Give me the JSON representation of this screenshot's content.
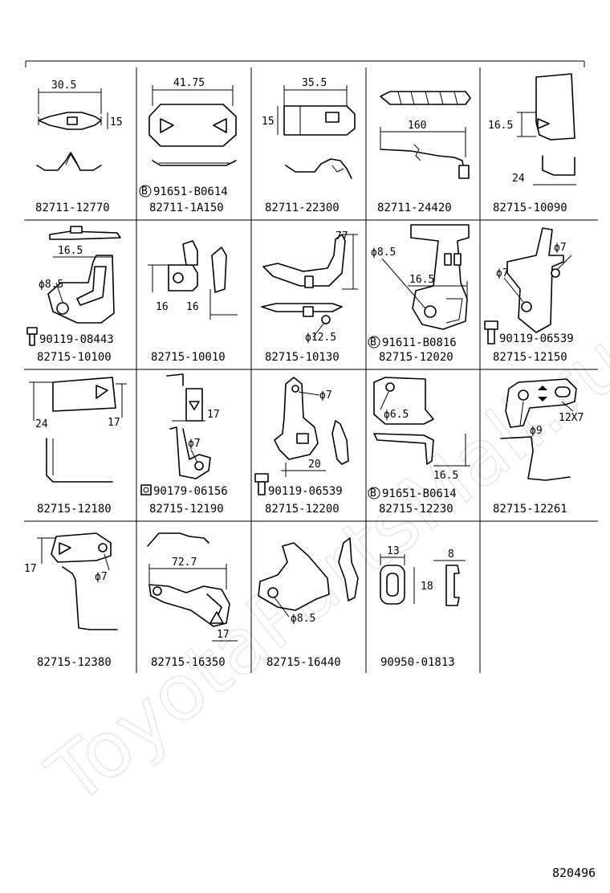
{
  "watermark": "ToyotaPartsMall.ru",
  "sheet_number": "820496",
  "cells": [
    {
      "part_no": "82711-12770",
      "dims": [
        "30.5",
        "15"
      ]
    },
    {
      "part_no": "82711-1A150",
      "dims": [
        "41.75"
      ],
      "sub_part": "91651-B0614"
    },
    {
      "part_no": "82711-22300",
      "dims": [
        "35.5",
        "15"
      ]
    },
    {
      "part_no": "82711-24420",
      "dims": [
        "160"
      ]
    },
    {
      "part_no": "82715-10090",
      "dims": [
        "16.5",
        "24"
      ]
    },
    {
      "part_no": "82715-10100",
      "dims": [
        "16.5",
        "ϕ8.5"
      ],
      "sub_part": "90119-08443"
    },
    {
      "part_no": "82715-10010",
      "dims": [
        "16",
        "16"
      ]
    },
    {
      "part_no": "82715-10130",
      "dims": [
        "77",
        "ϕ12.5"
      ]
    },
    {
      "part_no": "82715-12020",
      "dims": [
        "ϕ8.5",
        "16.5"
      ],
      "sub_part": "91611-B0816"
    },
    {
      "part_no": "82715-12150",
      "dims": [
        "ϕ7",
        "ϕ7"
      ],
      "sub_part": "90119-06539"
    },
    {
      "part_no": "82715-12180",
      "dims": [
        "24",
        "17"
      ]
    },
    {
      "part_no": "82715-12190",
      "dims": [
        "17",
        "ϕ7"
      ],
      "sub_part": "90179-06156"
    },
    {
      "part_no": "82715-12200",
      "dims": [
        "ϕ7",
        "20"
      ],
      "sub_part": "90119-06539"
    },
    {
      "part_no": "82715-12230",
      "dims": [
        "ϕ6.5",
        "16.5"
      ],
      "sub_part": "91651-B0614"
    },
    {
      "part_no": "82715-12261",
      "dims": [
        "12X7",
        "ϕ9"
      ]
    },
    {
      "part_no": "82715-12380",
      "dims": [
        "17",
        "ϕ7"
      ]
    },
    {
      "part_no": "82715-16350",
      "dims": [
        "72.7",
        "17"
      ]
    },
    {
      "part_no": "82715-16440",
      "dims": [
        "ϕ8.5"
      ]
    },
    {
      "part_no": "90950-01813",
      "dims": [
        "13",
        "8",
        "18"
      ]
    }
  ]
}
